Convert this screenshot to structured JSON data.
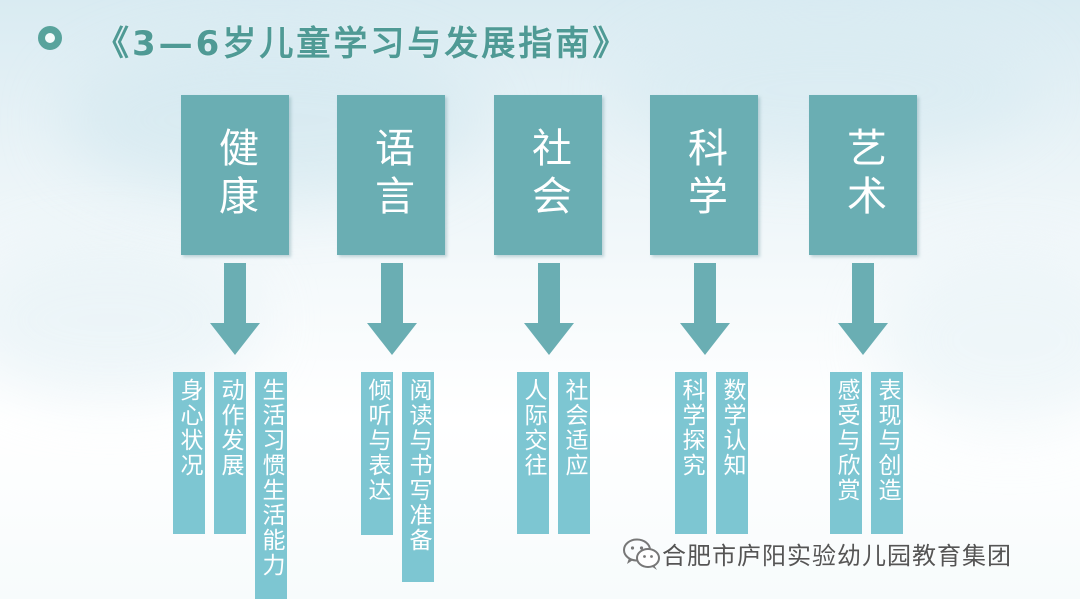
{
  "title": "《3—6岁儿童学习与发展指南》",
  "domains": [
    {
      "label": "健康",
      "subs": [
        "身心状况",
        "动作发展",
        "生活习惯生活能力"
      ]
    },
    {
      "label": "语言",
      "subs": [
        "倾听与表达",
        "阅读与书写准备"
      ]
    },
    {
      "label": "社会",
      "subs": [
        "人际交往",
        "社会适应"
      ]
    },
    {
      "label": "科学",
      "subs": [
        "科学探究",
        "数学认知"
      ]
    },
    {
      "label": "艺术",
      "subs": [
        "感受与欣赏",
        "表现与创造"
      ]
    }
  ],
  "watermark": "合肥市庐阳实验幼儿园教育集团",
  "colors": {
    "box": "#6aaeb3",
    "sub": "#7dc6d2",
    "arrow": "#6aaeb3",
    "title": "#4f9a95"
  },
  "icons": {
    "watermark": "wechat-icon",
    "bullet": "circle-bullet-icon"
  }
}
